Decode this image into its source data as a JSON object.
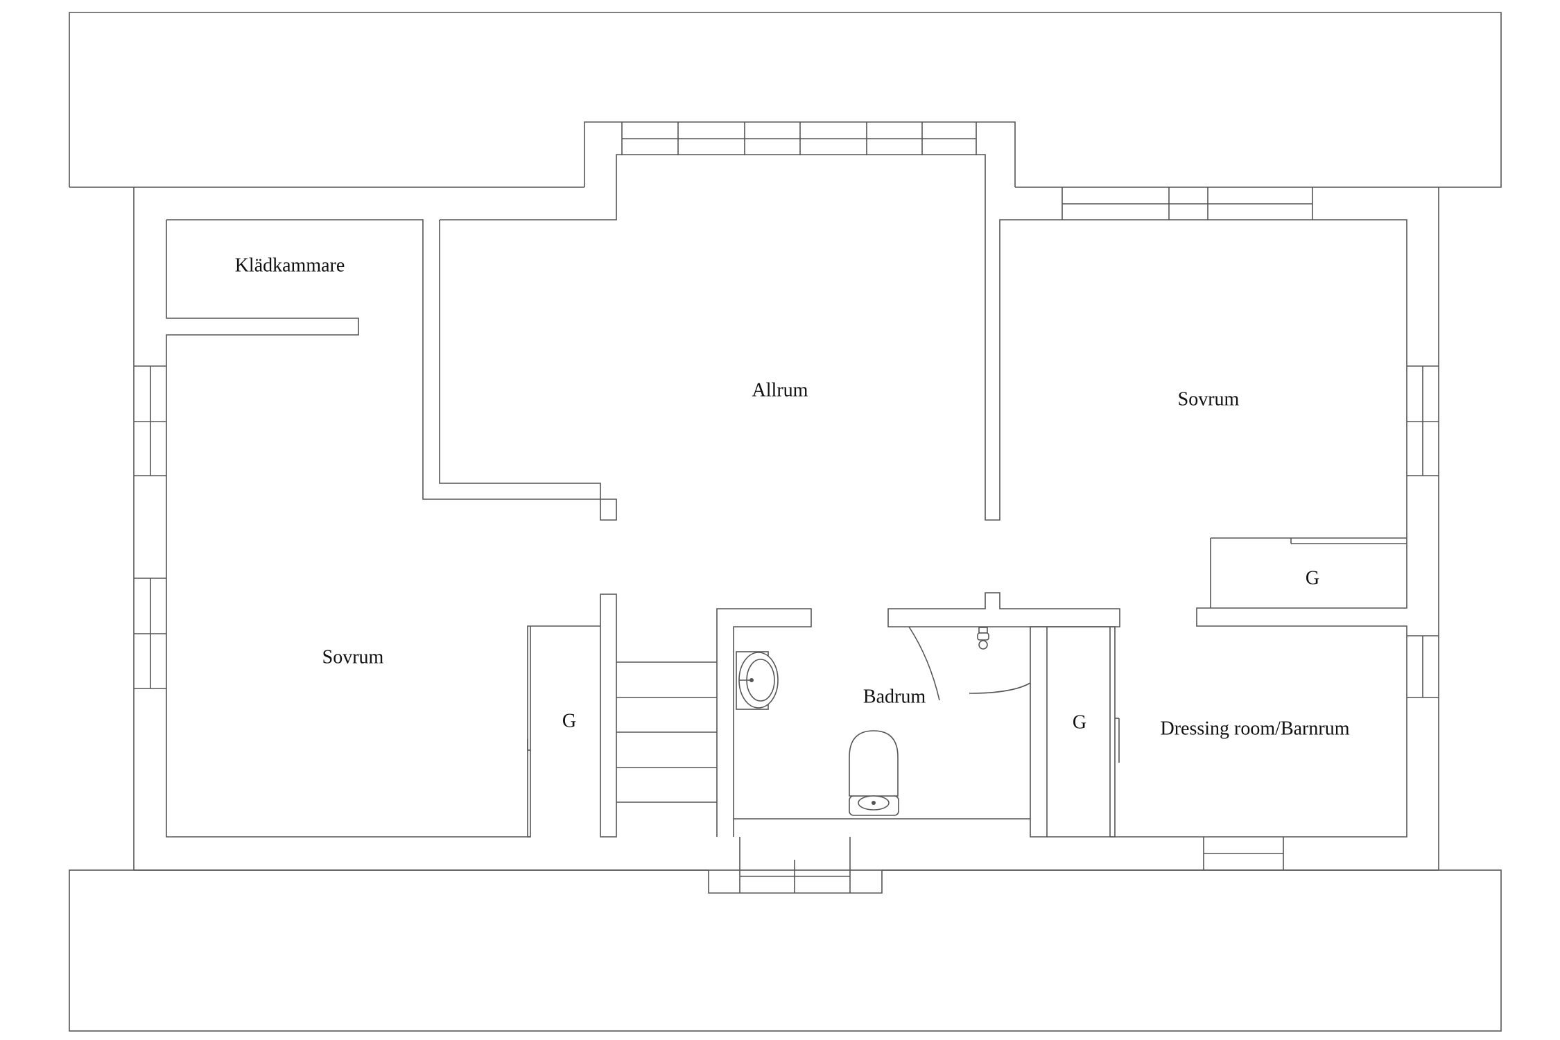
{
  "rooms": {
    "kladkammare": "Klädkammare",
    "allrum": "Allrum",
    "sovrum_right": "Sovrum",
    "sovrum_left": "Sovrum",
    "badrum": "Badrum",
    "dressing_room": "Dressing room/Barnrum",
    "closet_left": "G",
    "closet_mid": "G",
    "closet_right": "G"
  },
  "colors": {
    "line": "#555555",
    "background": "#ffffff",
    "text": "#111111"
  }
}
